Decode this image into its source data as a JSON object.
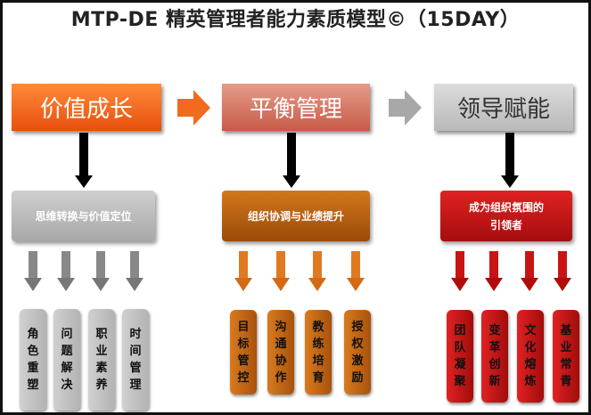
{
  "title": "MTP-DE 精英管理者能力素质模型©（15DAY）",
  "stages": [
    {
      "label": "价值成长",
      "sub": "思维转换与价值定位",
      "items": [
        "角色重塑",
        "问题解决",
        "职业素养",
        "时间管理"
      ],
      "color": "#f26a1e"
    },
    {
      "label": "平衡管理",
      "sub": "组织协调与业绩提升",
      "items": [
        "目标管控",
        "沟通协作",
        "教练培育",
        "授权激励"
      ],
      "color": "#d97060"
    },
    {
      "label": "领导赋能",
      "sub_line1": "成为组织氛围的",
      "sub_line2": "引领者",
      "items": [
        "团队凝聚",
        "变革创新",
        "文化熔炼",
        "基业常青"
      ],
      "color": "#c8c8c8"
    }
  ]
}
